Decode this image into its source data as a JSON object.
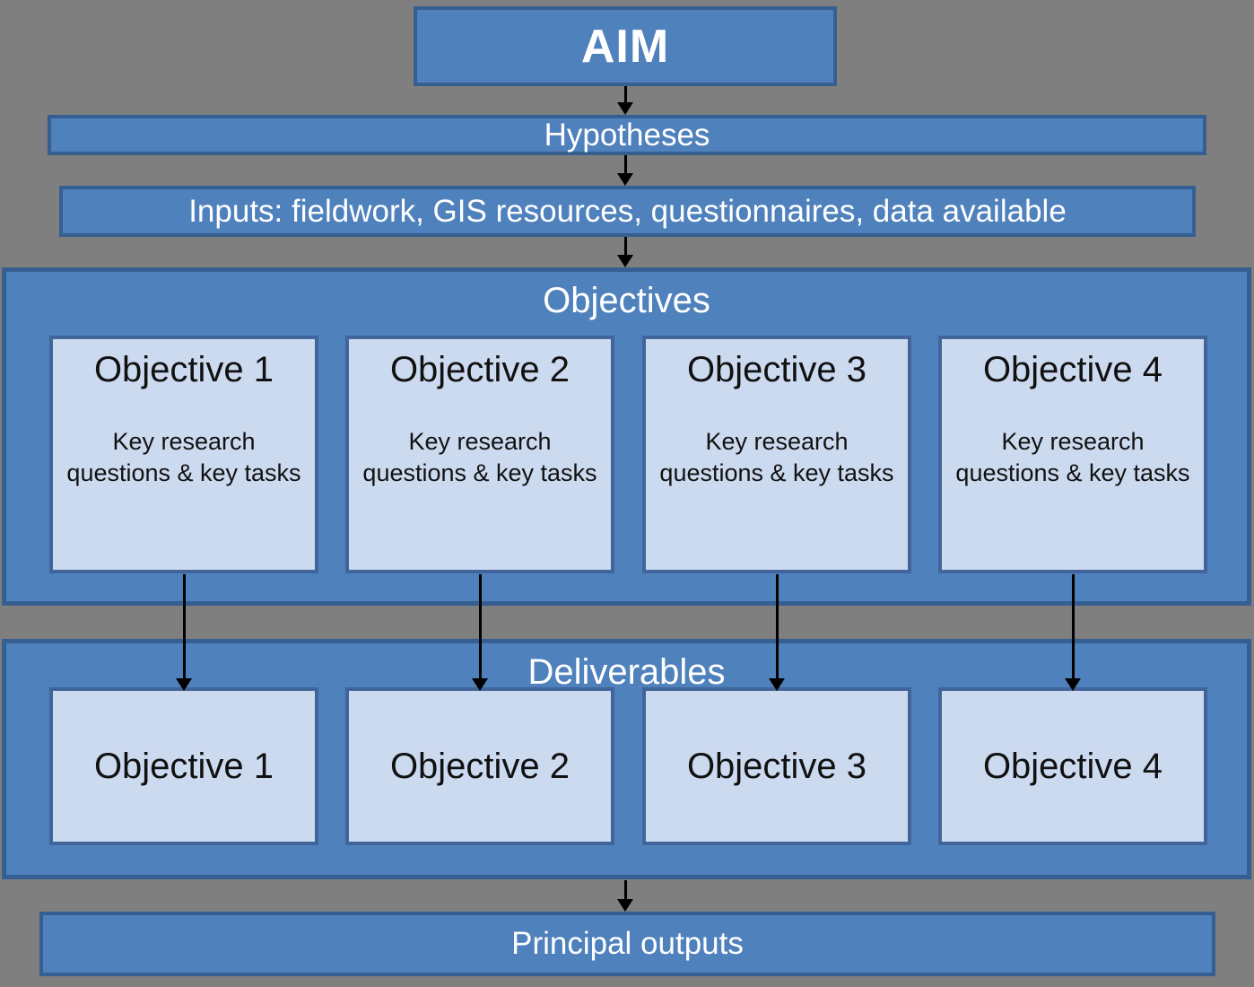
{
  "colors": {
    "background": "#7F7F7F",
    "blue_fill": "#4F81BD",
    "blue_border": "#365F91",
    "light_fill": "#CCDAF0",
    "light_border": "#41659B",
    "white_text": "#FFFFFF",
    "dark_text": "#111111",
    "arrow": "#000000"
  },
  "top_flow": {
    "aim_label": "AIM",
    "hypotheses_label": "Hypotheses",
    "inputs_label": "Inputs: fieldwork, GIS resources, questionnaires, data available"
  },
  "objectives": {
    "title": "Objectives",
    "items": [
      {
        "title": "Objective 1",
        "body": "Key research questions & key tasks"
      },
      {
        "title": "Objective 2",
        "body": "Key research questions & key tasks"
      },
      {
        "title": "Objective 3",
        "body": "Key research questions & key tasks"
      },
      {
        "title": "Objective 4",
        "body": "Key research questions & key tasks"
      }
    ]
  },
  "deliverables": {
    "title": "Deliverables",
    "items": [
      {
        "label": "Objective 1"
      },
      {
        "label": "Objective 2"
      },
      {
        "label": "Objective 3"
      },
      {
        "label": "Objective 4"
      }
    ]
  },
  "principal_outputs": {
    "label": "Principal outputs"
  }
}
